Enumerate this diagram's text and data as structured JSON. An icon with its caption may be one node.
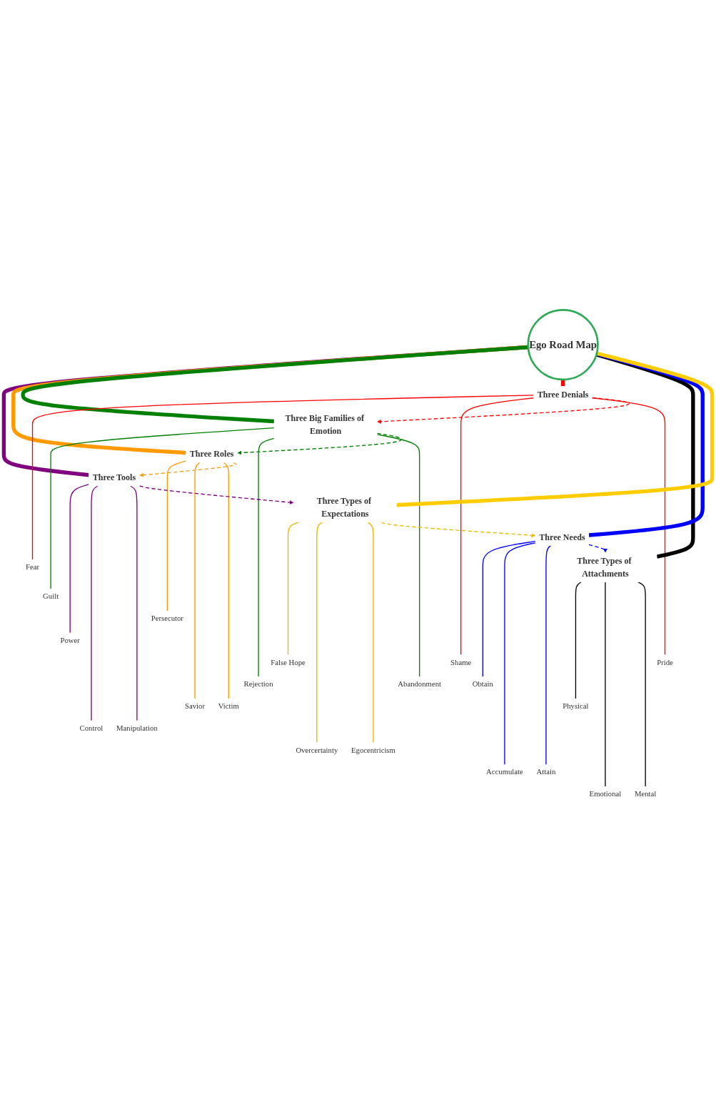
{
  "diagram": {
    "nodes": [
      {
        "text": [
          "Ego Road Map"
        ]
      },
      {
        "text": [
          "Three Tools"
        ]
      },
      {
        "text": [
          "Power"
        ]
      },
      {
        "text": [
          "Control"
        ]
      },
      {
        "text": [
          "Manipulation"
        ]
      },
      {
        "text": [
          "Three Roles"
        ]
      },
      {
        "text": [
          "Persecutor"
        ]
      },
      {
        "text": [
          "Savior"
        ]
      },
      {
        "text": [
          "Victim"
        ]
      },
      {
        "text": [
          "Three Big Families of Emotion"
        ]
      },
      {
        "text": [
          "Guilt"
        ]
      },
      {
        "text": [
          "Rejection"
        ]
      },
      {
        "text": [
          "Abandonment"
        ]
      },
      {
        "text": [
          "Three Denials"
        ]
      },
      {
        "text": [
          "Fear"
        ]
      },
      {
        "text": [
          "Shame"
        ]
      },
      {
        "text": [
          "Pride"
        ]
      },
      {
        "text": [
          "Three Types of Attachments"
        ]
      },
      {
        "text": [
          "Physical"
        ]
      },
      {
        "text": [
          "Emotional"
        ]
      },
      {
        "text": [
          "Mental"
        ]
      },
      {
        "text": [
          "Three Needs"
        ]
      },
      {
        "text": [
          "Obtain"
        ]
      },
      {
        "text": [
          "Accumulate"
        ]
      },
      {
        "text": [
          "Attain"
        ]
      },
      {
        "text": [
          "Three Types of Expectations"
        ]
      },
      {
        "text": [
          "False Hope"
        ]
      },
      {
        "text": [
          "Overcertainty"
        ]
      },
      {
        "text": [
          "Egocentricism"
        ]
      }
    ],
    "edges": [
      {
        "from": 0,
        "to": 1,
        "arrow": "none",
        "style": "thick",
        "color": "#800080"
      },
      {
        "from": 1,
        "to": 2,
        "arrow": "none",
        "color": "#800080"
      },
      {
        "from": 1,
        "to": 3,
        "arrow": "none",
        "color": "#800080"
      },
      {
        "from": 1,
        "to": 4,
        "arrow": "none",
        "color": "#800080"
      },
      {
        "from": 0,
        "to": 5,
        "arrow": "none",
        "style": "thick",
        "color": "#ff9900"
      },
      {
        "from": 5,
        "to": 6,
        "arrow": "none",
        "color": "#ff9900"
      },
      {
        "from": 5,
        "to": 7,
        "arrow": "none",
        "color": "#ff9900"
      },
      {
        "from": 5,
        "to": 8,
        "arrow": "none",
        "color": "#ff9900"
      },
      {
        "from": 0,
        "to": 9,
        "arrow": "none",
        "style": "thick",
        "color": "#008000"
      },
      {
        "from": 9,
        "to": 10,
        "arrow": "none",
        "color": "#008000"
      },
      {
        "from": 9,
        "to": 11,
        "arrow": "none",
        "color": "#008000"
      },
      {
        "from": 9,
        "to": 12,
        "arrow": "none",
        "color": "#008000"
      },
      {
        "from": 0,
        "to": 13,
        "arrow": "none",
        "style": "thick",
        "color": "#ff0000"
      },
      {
        "from": 13,
        "to": 14,
        "arrow": "none",
        "color": "#ff0000"
      },
      {
        "from": 13,
        "to": 15,
        "arrow": "none",
        "color": "#ff0000"
      },
      {
        "from": 13,
        "to": 16,
        "arrow": "none",
        "color": "#ff0000"
      },
      {
        "from": 0,
        "to": 17,
        "arrow": "none",
        "style": "thick",
        "color": "#000000"
      },
      {
        "from": 17,
        "to": 18,
        "arrow": "none",
        "color": "#000000"
      },
      {
        "from": 17,
        "to": 19,
        "arrow": "none",
        "color": "#000000"
      },
      {
        "from": 17,
        "to": 20,
        "arrow": "none",
        "color": "#000000"
      },
      {
        "from": 0,
        "to": 21,
        "arrow": "none",
        "style": "thick",
        "color": "#0000ff"
      },
      {
        "from": 21,
        "to": 22,
        "arrow": "none",
        "color": "#0000ff"
      },
      {
        "from": 21,
        "to": 23,
        "arrow": "none",
        "color": "#0000ff"
      },
      {
        "from": 21,
        "to": 24,
        "arrow": "none",
        "color": "#0000ff"
      },
      {
        "from": 0,
        "to": 25,
        "arrow": "none",
        "style": "thick",
        "color": "#ffcc00"
      },
      {
        "from": 25,
        "to": 26,
        "arrow": "none",
        "color": "#e6b800"
      },
      {
        "from": 25,
        "to": 27,
        "arrow": "none",
        "color": "#e6b800"
      },
      {
        "from": 25,
        "to": 28,
        "arrow": "none",
        "color": "#e6b800"
      },
      {
        "from": 9,
        "to": 5,
        "arrow": "to",
        "style": "dashed",
        "color": "#008000"
      },
      {
        "from": 5,
        "to": 1,
        "arrow": "to",
        "style": "dashed",
        "color": "#f0a020"
      },
      {
        "from": 1,
        "to": 25,
        "arrow": "to",
        "style": "dashed",
        "color": "#800080"
      },
      {
        "from": 25,
        "to": 21,
        "arrow": "to",
        "style": "dashed",
        "color": "#e6b800"
      },
      {
        "from": 21,
        "to": 17,
        "arrow": "to",
        "style": "dashed",
        "color": "#0000ff"
      },
      {
        "from": 13,
        "to": 9,
        "arrow": "to",
        "style": "dashed",
        "color": "#ff0000"
      }
    ]
  }
}
